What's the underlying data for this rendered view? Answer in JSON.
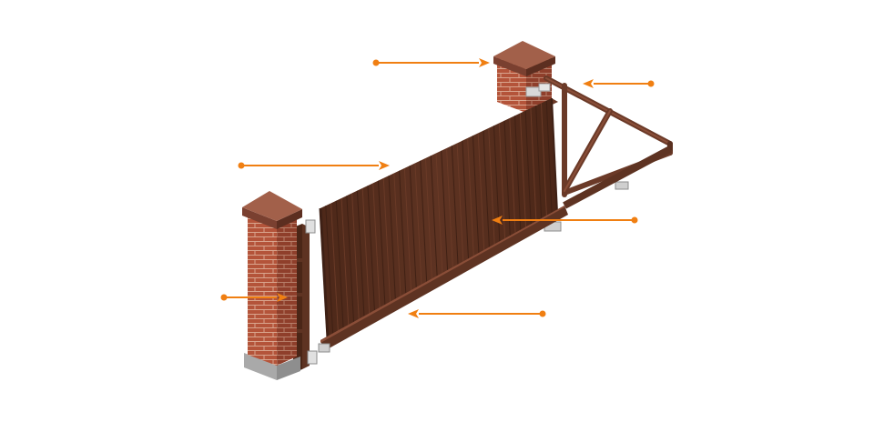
{
  "diagram": {
    "subject": "sliding-cantilever-gate",
    "colors": {
      "background": "#ffffff",
      "callout": "#f07f12",
      "brick": "#b4543a",
      "brick_dark": "#8f3f2b",
      "mortar": "#d9a58e",
      "cap": "#7a4030",
      "cap_light": "#a2604a",
      "base": "#a9a9a9",
      "gate_face": "#5a3020",
      "gate_edge": "#3e2015",
      "gate_frame": "#6b3a28",
      "hardware": "#d8d8d8"
    },
    "callouts": [
      {
        "name": "pillar-cap-callout"
      },
      {
        "name": "cantilever-frame-callout"
      },
      {
        "name": "gate-leaf-callout"
      },
      {
        "name": "infill-panel-callout"
      },
      {
        "name": "catcher-post-callout"
      },
      {
        "name": "bottom-beam-callout"
      }
    ]
  }
}
